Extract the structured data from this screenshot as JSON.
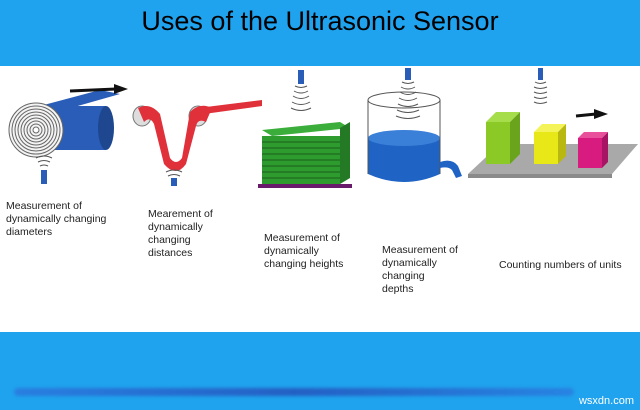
{
  "title": "Uses of the Ultrasonic Sensor",
  "captions": [
    "Measurement of\ndynamically changing\ndiameters",
    "Mearement of\ndynamically\nchanging\ndistances",
    "Measurement of\ndynamically\nchanging heights",
    "Measurement of\ndynamically\nchanging\ndepths",
    "Counting numbers of units"
  ],
  "watermark": "wsxdn.com",
  "colors": {
    "band": "#1fa3ee",
    "roll_blue": "#2a5db8",
    "web_red": "#e0303a",
    "stack_green": "#2e9b2e",
    "liquid_blue": "#1f63c4",
    "box_green": "#8ac926",
    "box_yellow": "#e8e818",
    "box_magenta": "#d81b7f",
    "conveyor_gray": "#a9a9a9"
  }
}
